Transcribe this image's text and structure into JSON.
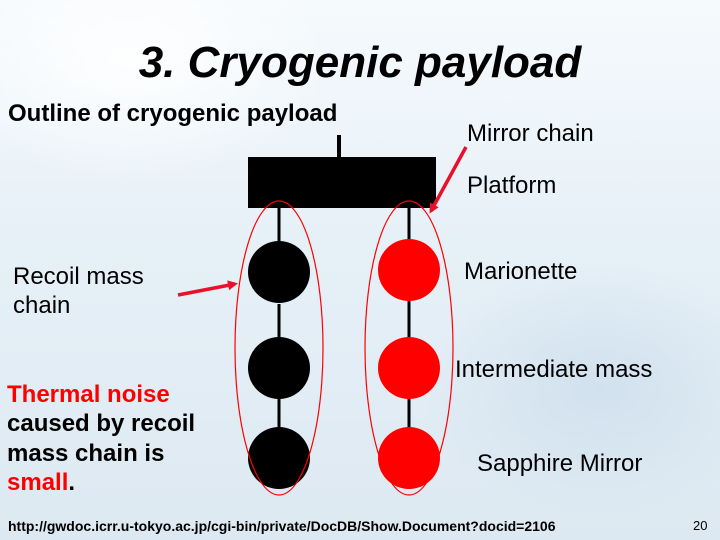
{
  "slide": {
    "title": "3. Cryogenic payload",
    "subtitle": "Outline of cryogenic payload",
    "labels": {
      "mirror_chain": "Mirror chain",
      "platform": "Platform",
      "marionette": "Marionette",
      "intermediate_mass": "Intermediate mass",
      "sapphire_mirror": "Sapphire Mirror",
      "recoil_line1": "Recoil mass",
      "recoil_line2": "chain"
    },
    "thermal_note": {
      "line1": "Thermal noise",
      "line2": "caused by recoil",
      "line3": "mass chain is",
      "line4_highlight": "small",
      "line4_period": "."
    },
    "footer_url": "http://gwdoc.icrr.u-tokyo.ac.jp/cgi-bin/private/DocDB/Show.Document?docid=2106",
    "page_number": "20"
  },
  "colors": {
    "mirror_chain": "#ff0000",
    "recoil_chain": "#000000",
    "arrows": "#e8102a",
    "highlight_text": "#ff0000"
  }
}
